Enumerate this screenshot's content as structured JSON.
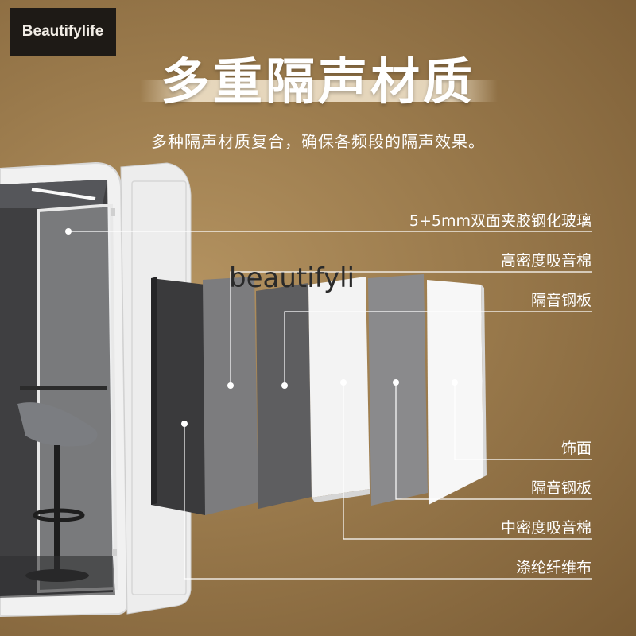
{
  "brand": {
    "logo_text": "Beautifylife"
  },
  "header": {
    "title": "多重隔声材质",
    "subtitle": "多种隔声材质复合，确保各频段的隔声效果。"
  },
  "watermark": "beautifyli",
  "callouts": [
    {
      "label": "5+5mm双面夹胶钢化玻璃"
    },
    {
      "label": "高密度吸音棉"
    },
    {
      "label": "隔音钢板"
    },
    {
      "label": "饰面"
    },
    {
      "label": "隔音钢板"
    },
    {
      "label": "中密度吸音棉"
    },
    {
      "label": "涤纶纤维布"
    }
  ],
  "colors": {
    "background": "#9a7a4c",
    "brand_box": "#1e1a16",
    "text": "#ffffff"
  }
}
